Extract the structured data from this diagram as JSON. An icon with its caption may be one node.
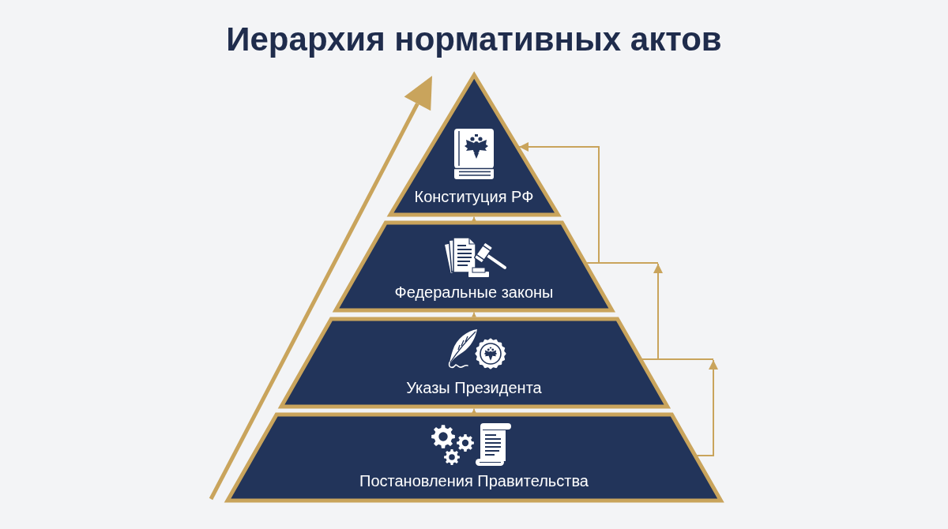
{
  "diagram": {
    "title": "Иерархия нормативных актов",
    "nodes": [
      {
        "text": [
          "Конституция РФ"
        ]
      },
      {
        "text": [
          "Федеральные законы"
        ]
      },
      {
        "text": [
          "Указы Президента"
        ]
      },
      {
        "text": [
          "Постановления Правительства"
        ]
      }
    ],
    "edges": [
      {
        "from": 1,
        "to": 0,
        "arrow": "to"
      },
      {
        "from": 2,
        "to": 1,
        "arrow": "to"
      },
      {
        "from": 3,
        "to": 2,
        "arrow": "to"
      },
      {
        "from": 1,
        "to": 0,
        "arrow": "to"
      },
      {
        "from": 2,
        "to": 1,
        "arrow": "to"
      },
      {
        "from": 3,
        "to": 2,
        "arrow": "to"
      }
    ]
  }
}
